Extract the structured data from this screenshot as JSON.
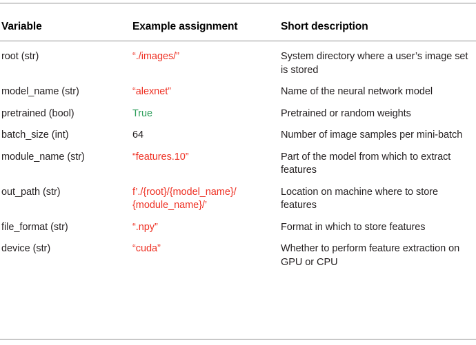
{
  "table": {
    "headers": [
      "Variable",
      "Example assignment",
      "Short description"
    ],
    "rows": [
      {
        "variable": "root (str)",
        "example": "“./images/”",
        "example_type": "str",
        "description": "System directory where a user’s image set is stored"
      },
      {
        "variable": "model_name (str)",
        "example": "“alexnet”",
        "example_type": "str",
        "description": "Name of the neural network model"
      },
      {
        "variable": "pretrained (bool)",
        "example": "True",
        "example_type": "bool",
        "description": "Pretrained or random weights"
      },
      {
        "variable": "batch_size (int)",
        "example": "64",
        "example_type": "num",
        "description": "Number of image samples per mini-batch"
      },
      {
        "variable": "module_name (str)",
        "example": "“features.10”",
        "example_type": "str",
        "description": "Part of the model from which to extract features"
      },
      {
        "variable": "out_path (str)",
        "example": "f’./{root}/{model_name}/{module_name}/’",
        "example_line1": "f’./{root}/{model_name}/",
        "example_line2": "{module_name}/’",
        "example_type": "str",
        "description": "Location on machine where to store features"
      },
      {
        "variable": "file_format (str)",
        "example": "“.npy”",
        "example_type": "str",
        "description": "Format in which to store features"
      },
      {
        "variable": "device (str)",
        "example": "“cuda”",
        "example_type": "str",
        "description": "Whether to perform feature extraction on GPU or CPU"
      }
    ]
  },
  "colors": {
    "string_value": "#ee3124",
    "bool_value": "#2e9e5b",
    "text": "#231f20",
    "rule": "#8e8e8e"
  }
}
